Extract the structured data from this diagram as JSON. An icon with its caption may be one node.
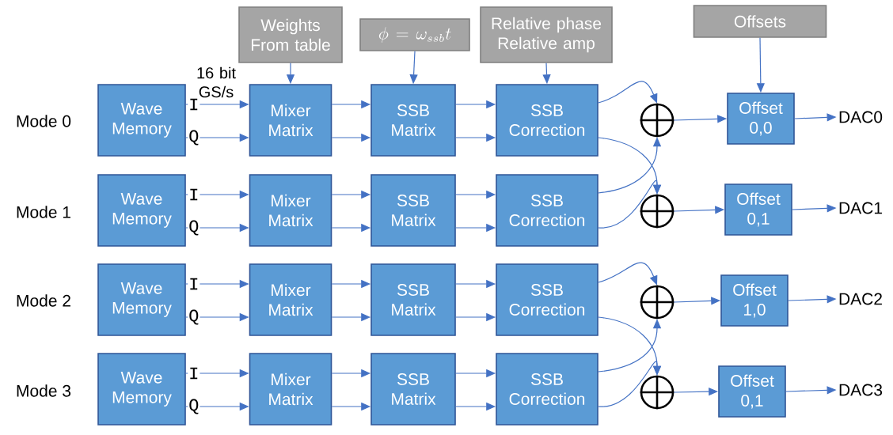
{
  "diagram": {
    "nodes": [
      {
        "text": [
          "Weights From table"
        ]
      },
      {
        "text": [
          "\\phi = \\omega_{ssb} t"
        ]
      },
      {
        "text": [
          "Relative phase Relative amp"
        ]
      },
      {
        "text": [
          "Offsets"
        ]
      },
      {
        "text": [
          "Wave Memory"
        ]
      },
      {
        "text": [
          "Mixer Matrix"
        ]
      },
      {
        "text": [
          "SSB Matrix"
        ]
      },
      {
        "text": [
          "SSB Correction"
        ]
      },
      {
        "text": [
          "Wave Memory"
        ]
      },
      {
        "text": [
          "Mixer Matrix"
        ]
      },
      {
        "text": [
          "SSB Matrix"
        ]
      },
      {
        "text": [
          "SSB Correction"
        ]
      },
      {
        "text": [
          "Wave Memory"
        ]
      },
      {
        "text": [
          "Mixer Matrix"
        ]
      },
      {
        "text": [
          "SSB Matrix"
        ]
      },
      {
        "text": [
          "SSB Correction"
        ]
      },
      {
        "text": [
          "Wave Memory"
        ]
      },
      {
        "text": [
          "Mixer Matrix"
        ]
      },
      {
        "text": [
          "SSB Matrix"
        ]
      },
      {
        "text": [
          "SSB Correction"
        ]
      },
      {
        "text": [],
        "shape": "circle"
      },
      {
        "text": [],
        "shape": "circle"
      },
      {
        "text": [],
        "shape": "circle"
      },
      {
        "text": [],
        "shape": "circle"
      },
      {
        "text": [
          "Offset 0,0"
        ]
      },
      {
        "text": [
          "Offset 0,1"
        ]
      },
      {
        "text": [
          "Offset 1,0"
        ]
      },
      {
        "text": [
          "Offset 0,1"
        ]
      },
      {
        "text": [
          "DAC0"
        ]
      },
      {
        "text": [
          "DAC1"
        ]
      },
      {
        "text": [
          "DAC2"
        ]
      },
      {
        "text": [
          "DAC3"
        ]
      }
    ],
    "edges": [
      {
        "from": 0,
        "to": 5,
        "arrow": "to"
      },
      {
        "from": 1,
        "to": 6,
        "arrow": "to"
      },
      {
        "from": 2,
        "to": 7,
        "arrow": "to"
      },
      {
        "from": 3,
        "to": 24,
        "arrow": "to"
      },
      {
        "from": 4,
        "to": 5,
        "arrow": "to",
        "label": "I"
      },
      {
        "from": 4,
        "to": 5,
        "arrow": "to",
        "label": "Q"
      },
      {
        "from": 5,
        "to": 6,
        "arrow": "to"
      },
      {
        "from": 5,
        "to": 6,
        "arrow": "to"
      },
      {
        "from": 6,
        "to": 7,
        "arrow": "to"
      },
      {
        "from": 6,
        "to": 7,
        "arrow": "to"
      },
      {
        "from": 8,
        "to": 9,
        "arrow": "to",
        "label": "I"
      },
      {
        "from": 8,
        "to": 9,
        "arrow": "to",
        "label": "Q"
      },
      {
        "from": 9,
        "to": 10,
        "arrow": "to"
      },
      {
        "from": 9,
        "to": 10,
        "arrow": "to"
      },
      {
        "from": 10,
        "to": 11,
        "arrow": "to"
      },
      {
        "from": 10,
        "to": 11,
        "arrow": "to"
      },
      {
        "from": 12,
        "to": 13,
        "arrow": "to",
        "label": "I"
      },
      {
        "from": 12,
        "to": 13,
        "arrow": "to",
        "label": "Q"
      },
      {
        "from": 13,
        "to": 14,
        "arrow": "to"
      },
      {
        "from": 13,
        "to": 14,
        "arrow": "to"
      },
      {
        "from": 14,
        "to": 15,
        "arrow": "to"
      },
      {
        "from": 14,
        "to": 15,
        "arrow": "to"
      },
      {
        "from": 16,
        "to": 17,
        "arrow": "to",
        "label": "I"
      },
      {
        "from": 16,
        "to": 17,
        "arrow": "to",
        "label": "Q"
      },
      {
        "from": 17,
        "to": 18,
        "arrow": "to"
      },
      {
        "from": 17,
        "to": 18,
        "arrow": "to"
      },
      {
        "from": 18,
        "to": 19,
        "arrow": "to"
      },
      {
        "from": 18,
        "to": 19,
        "arrow": "to"
      },
      {
        "from": 7,
        "to": 20,
        "arrow": "to"
      },
      {
        "from": 7,
        "to": 21,
        "arrow": "to"
      },
      {
        "from": 11,
        "to": 20,
        "arrow": "to"
      },
      {
        "from": 11,
        "to": 21,
        "arrow": "to"
      },
      {
        "from": 15,
        "to": 22,
        "arrow": "to"
      },
      {
        "from": 15,
        "to": 23,
        "arrow": "to"
      },
      {
        "from": 19,
        "to": 22,
        "arrow": "to"
      },
      {
        "from": 19,
        "to": 23,
        "arrow": "to"
      },
      {
        "from": 20,
        "to": 24,
        "arrow": "to"
      },
      {
        "from": 21,
        "to": 25,
        "arrow": "to"
      },
      {
        "from": 22,
        "to": 26,
        "arrow": "to"
      },
      {
        "from": 23,
        "to": 27,
        "arrow": "to"
      },
      {
        "from": 24,
        "to": 28,
        "arrow": "to"
      },
      {
        "from": 25,
        "to": 29,
        "arrow": "to"
      },
      {
        "from": 26,
        "to": 30,
        "arrow": "to"
      },
      {
        "from": 27,
        "to": 31,
        "arrow": "to"
      }
    ],
    "labels": [
      "16 bit GS/s",
      "Mode 0",
      "Mode 1",
      "Mode 2",
      "Mode 3"
    ]
  }
}
